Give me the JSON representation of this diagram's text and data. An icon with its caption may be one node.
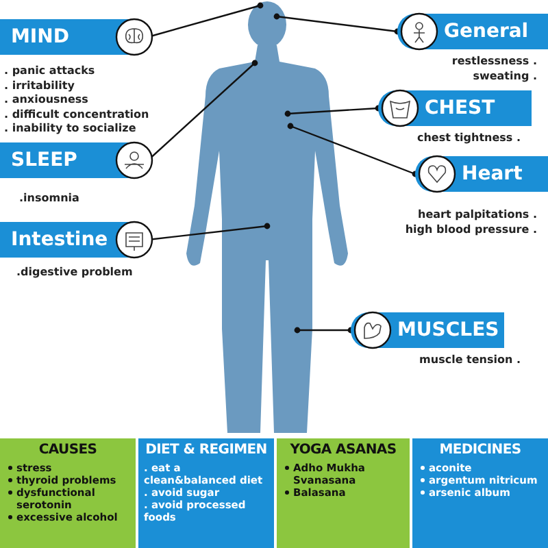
{
  "diagram": {
    "nodes": [
      {
        "text": [],
        "shape": "picture"
      },
      {
        "text": [
          "MIND"
        ],
        "beside": [
          ". panic attacks",
          ". irritability",
          ". anxiousness",
          ". difficult concentration",
          ". inability to socialize"
        ]
      },
      {
        "text": [
          "SLEEP"
        ],
        "beside": [
          ".insomnia"
        ]
      },
      {
        "text": [
          "Intestine"
        ],
        "beside": [
          ".digestive problem"
        ]
      },
      {
        "text": [
          "General"
        ],
        "beside": [
          "restlessness .",
          "sweating ."
        ]
      },
      {
        "text": [
          "CHEST"
        ],
        "beside": [
          "chest tightness ."
        ]
      },
      {
        "text": [
          "Heart"
        ],
        "beside": [
          "heart palpitations .",
          "high blood pressure ."
        ]
      },
      {
        "text": [
          "MUSCLES"
        ],
        "beside": [
          "muscle tension ."
        ]
      },
      {
        "text": [
          "CAUSES",
          "stress",
          "thyroid problems",
          "dysfunctional serotonin",
          "excessive alcohol"
        ]
      },
      {
        "text": [
          "DIET & REGIMEN",
          ". eat a clean&balanced diet",
          ". avoid sugar",
          ". avoid processed foods"
        ]
      },
      {
        "text": [
          "YOGA ASANAS",
          "Adho Mukha Svanasana",
          "Balasana"
        ]
      },
      {
        "text": [
          "MEDICINES",
          "aconite",
          "argentum nitricum",
          "arsenic album"
        ]
      }
    ],
    "edges": [
      {
        "from": 1,
        "to": 0,
        "arrow": "other"
      },
      {
        "from": 2,
        "to": 0,
        "arrow": "other"
      },
      {
        "from": 3,
        "to": 0,
        "arrow": "other"
      },
      {
        "from": 4,
        "to": 0,
        "arrow": "other"
      },
      {
        "from": 5,
        "to": 0,
        "arrow": "other"
      },
      {
        "from": 6,
        "to": 0,
        "arrow": "other"
      },
      {
        "from": 7,
        "to": 0,
        "arrow": "other"
      }
    ]
  }
}
